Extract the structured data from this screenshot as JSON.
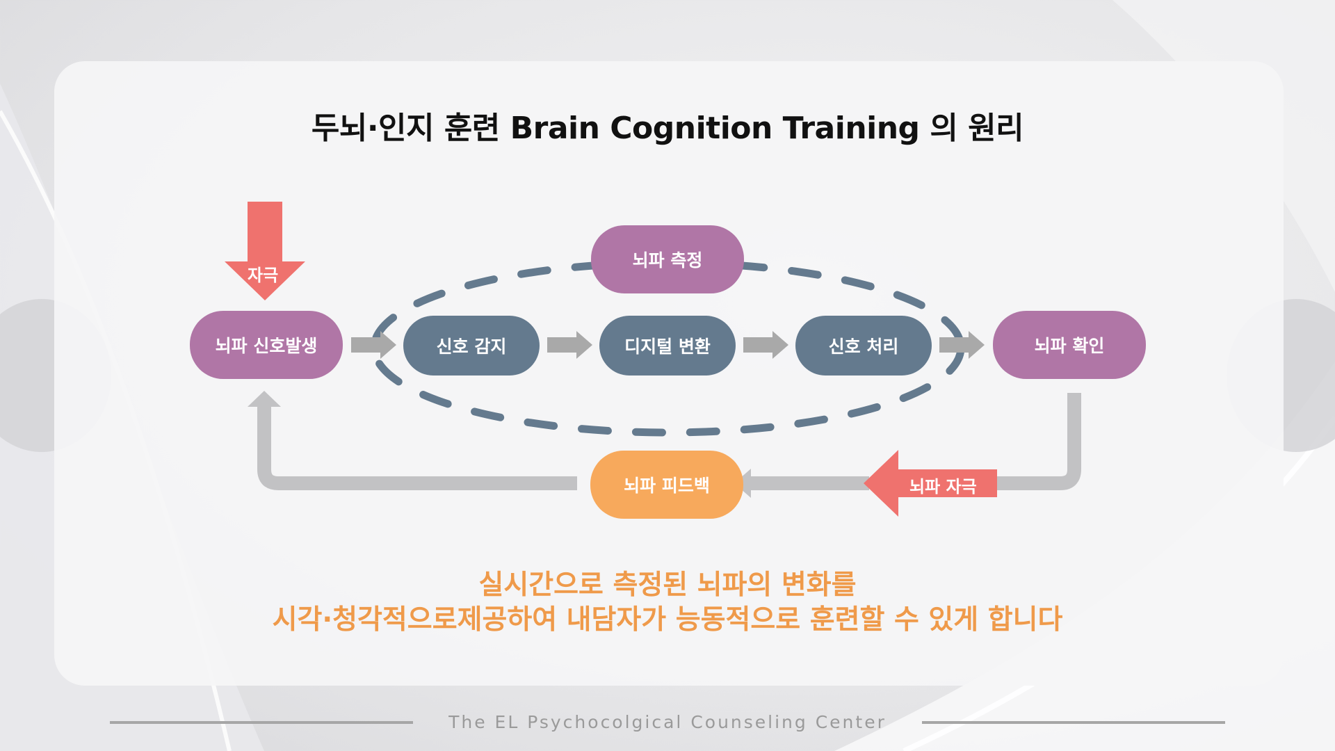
{
  "title": "두뇌·인지 훈련 Brain Cognition Training 의 원리",
  "nodes": {
    "signal_generation": "뇌파 신호발생",
    "measurement": "뇌파 측정",
    "detection": "신호 감지",
    "digital_conversion": "디지털 변환",
    "processing": "신호 처리",
    "confirmation": "뇌파 확인",
    "feedback": "뇌파 피드백"
  },
  "arrows": {
    "stimulus": "자극",
    "brainwave_stimulus": "뇌파 자극"
  },
  "description": {
    "line1": "실시간으로 측정된 뇌파의 변화를",
    "line2": "시각·청각적으로제공하여 내담자가 능동적으로 훈련할 수 있게 합니다"
  },
  "footer": "The EL Psychocolgical Counseling Center",
  "colors": {
    "purple": "#b076a6",
    "slate": "#647a8e",
    "orange": "#f7a95c",
    "stimulus_red": "#ef726e",
    "connector_gray": "#a9a9a9",
    "description_orange": "#ef9a4a"
  }
}
